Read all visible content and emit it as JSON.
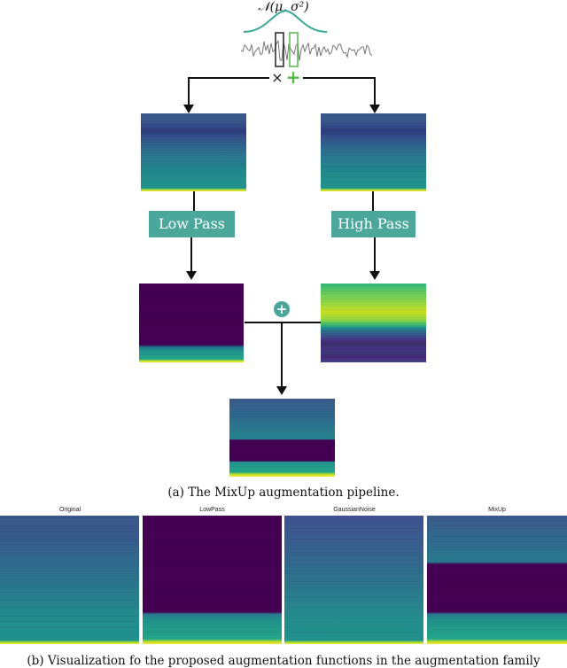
{
  "diagram": {
    "formula": "𝒩(μ, σ²)",
    "multiply_symbol": "×",
    "plus_symbol": "+",
    "merge_symbol": "+",
    "low_pass_label": "Low Pass",
    "high_pass_label": "High Pass",
    "caption_a": "(a) The MixUp augmentation pipeline."
  },
  "panels": {
    "titles": [
      "Original",
      "LowPass",
      "GaussianNoise",
      "MixUp"
    ],
    "caption_b": "(b) Visualization fo the proposed augmentation functions in the augmentation family"
  },
  "colors": {
    "accent_teal": "#4aa79a",
    "plus_green": "#55b849",
    "viridis_dark": "#440154",
    "viridis_blue": "#3b528b",
    "viridis_teal": "#21918c",
    "viridis_yellow": "#fde725"
  }
}
